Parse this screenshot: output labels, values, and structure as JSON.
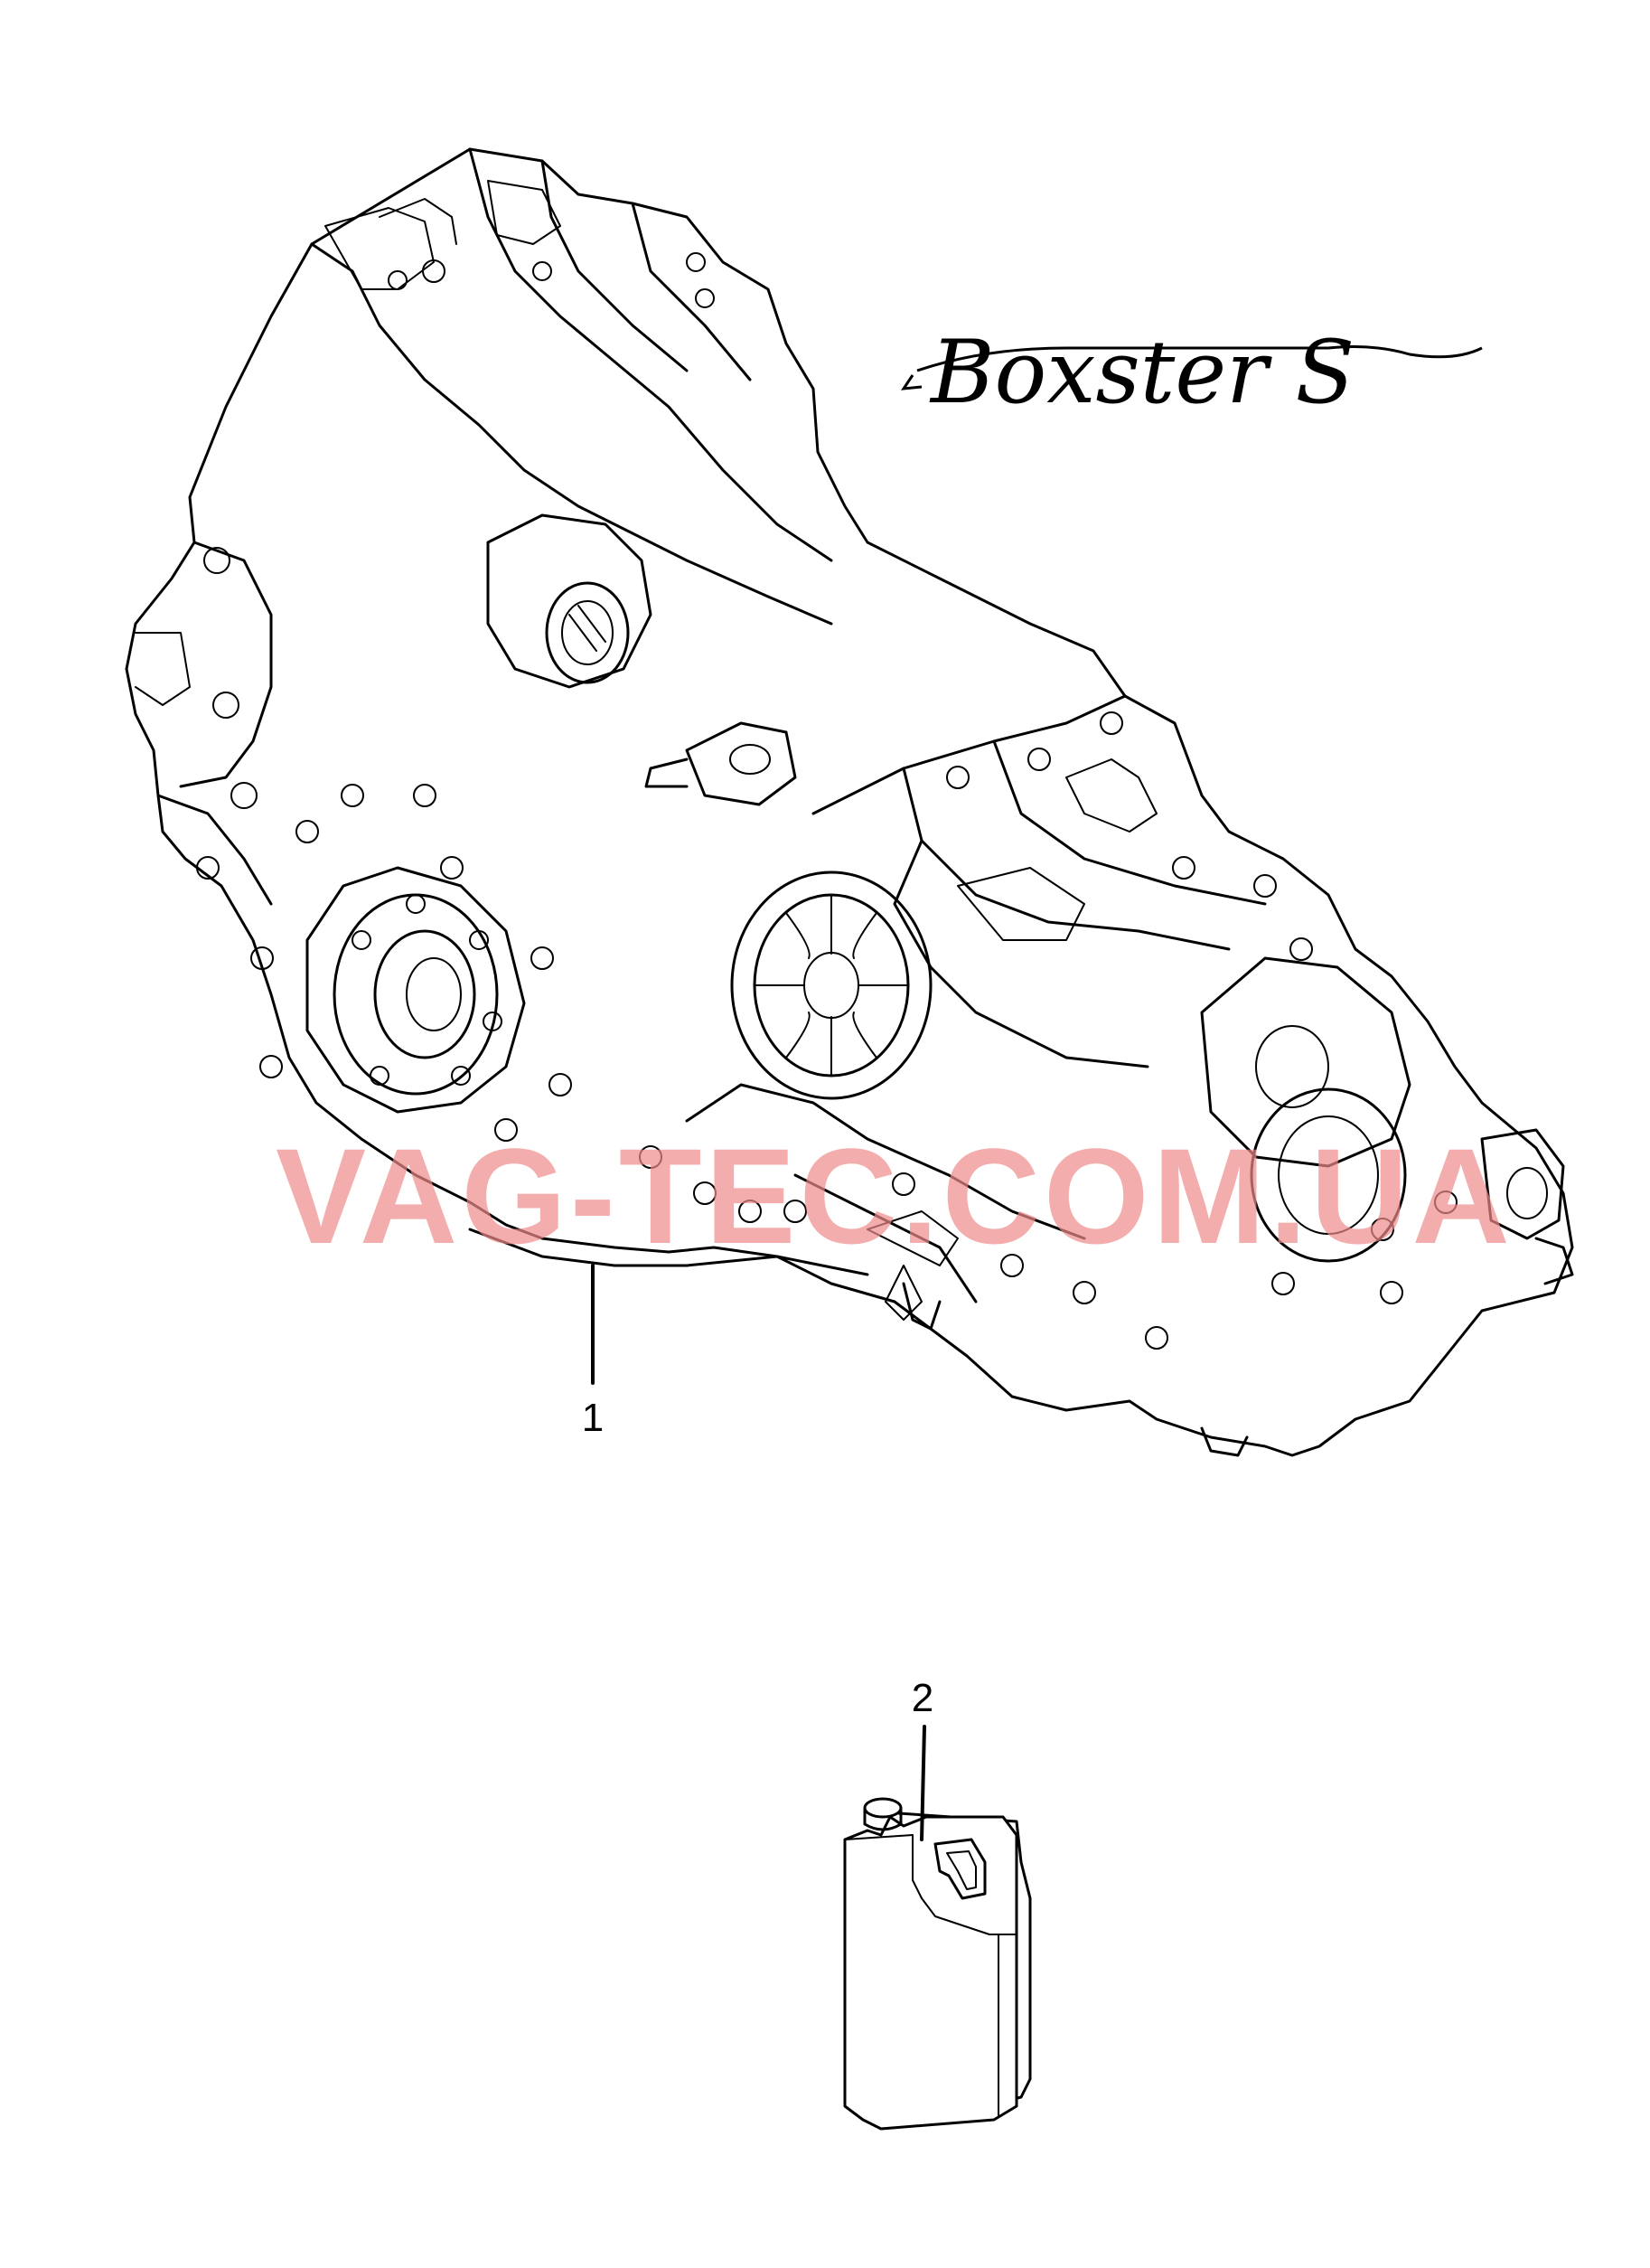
{
  "logo": {
    "text": "Boxster S"
  },
  "watermark": {
    "text": "VAG-TEC.COM.UA",
    "color": "#f08a8a"
  },
  "callouts": [
    {
      "id": "1",
      "label": "1",
      "icon": "transmission-assembly-icon"
    },
    {
      "id": "2",
      "label": "2",
      "icon": "oil-canister-icon"
    }
  ]
}
